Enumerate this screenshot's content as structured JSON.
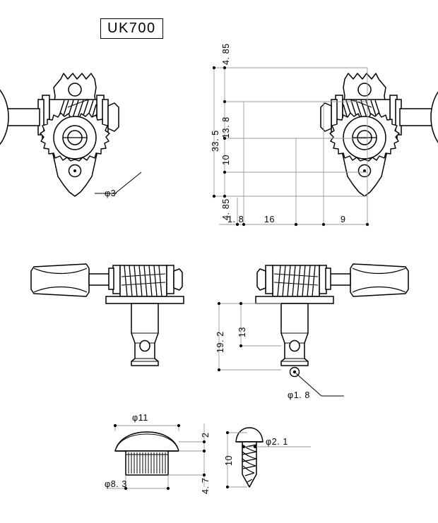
{
  "drawing": {
    "title": "UK700",
    "type": "technical-drawing",
    "subject": "ukulele-tuning-machine",
    "units": "mm",
    "line_color": "#000000",
    "background_color": "#ffffff",
    "dimension_line_color": "#888888"
  },
  "views": {
    "top_left": {
      "name": "left-hand-tuner-front-view",
      "callouts": [
        "φ3"
      ]
    },
    "top_right": {
      "name": "right-hand-tuner-front-view-dimensioned"
    },
    "middle_left": {
      "name": "left-hand-tuner-side-view"
    },
    "middle_right": {
      "name": "right-hand-tuner-side-view-dimensioned",
      "callouts": [
        "φ1. 8"
      ]
    },
    "bottom_left": {
      "name": "bushing-detail"
    },
    "bottom_right": {
      "name": "mounting-screw-detail"
    }
  },
  "dimensions": {
    "vertical_top": [
      {
        "id": "v-485-top",
        "label": "4. 85"
      },
      {
        "id": "v-138",
        "label": "13. 8"
      },
      {
        "id": "v-335",
        "label": "33. 5"
      },
      {
        "id": "v-10",
        "label": "10"
      },
      {
        "id": "v-485-bottom",
        "label": "4. 85"
      }
    ],
    "horizontal_top": [
      {
        "id": "h-18",
        "label": "1. 8"
      },
      {
        "id": "h-16",
        "label": "16"
      },
      {
        "id": "h-9",
        "label": "9"
      }
    ],
    "hole_callout_top": {
      "id": "phi3",
      "label": "φ3"
    },
    "vertical_middle": [
      {
        "id": "v-192",
        "label": "19. 2"
      },
      {
        "id": "v-13",
        "label": "13"
      }
    ],
    "hole_callout_middle": {
      "id": "phi18",
      "label": "φ1. 8"
    },
    "bushing": [
      {
        "id": "phi11",
        "label": "φ11"
      },
      {
        "id": "phi83",
        "label": "φ8. 3"
      },
      {
        "id": "b-2",
        "label": "2"
      },
      {
        "id": "b-47",
        "label": "4. 7"
      }
    ],
    "screw": [
      {
        "id": "s-10",
        "label": "10"
      },
      {
        "id": "phi21",
        "label": "φ2. 1"
      }
    ]
  }
}
